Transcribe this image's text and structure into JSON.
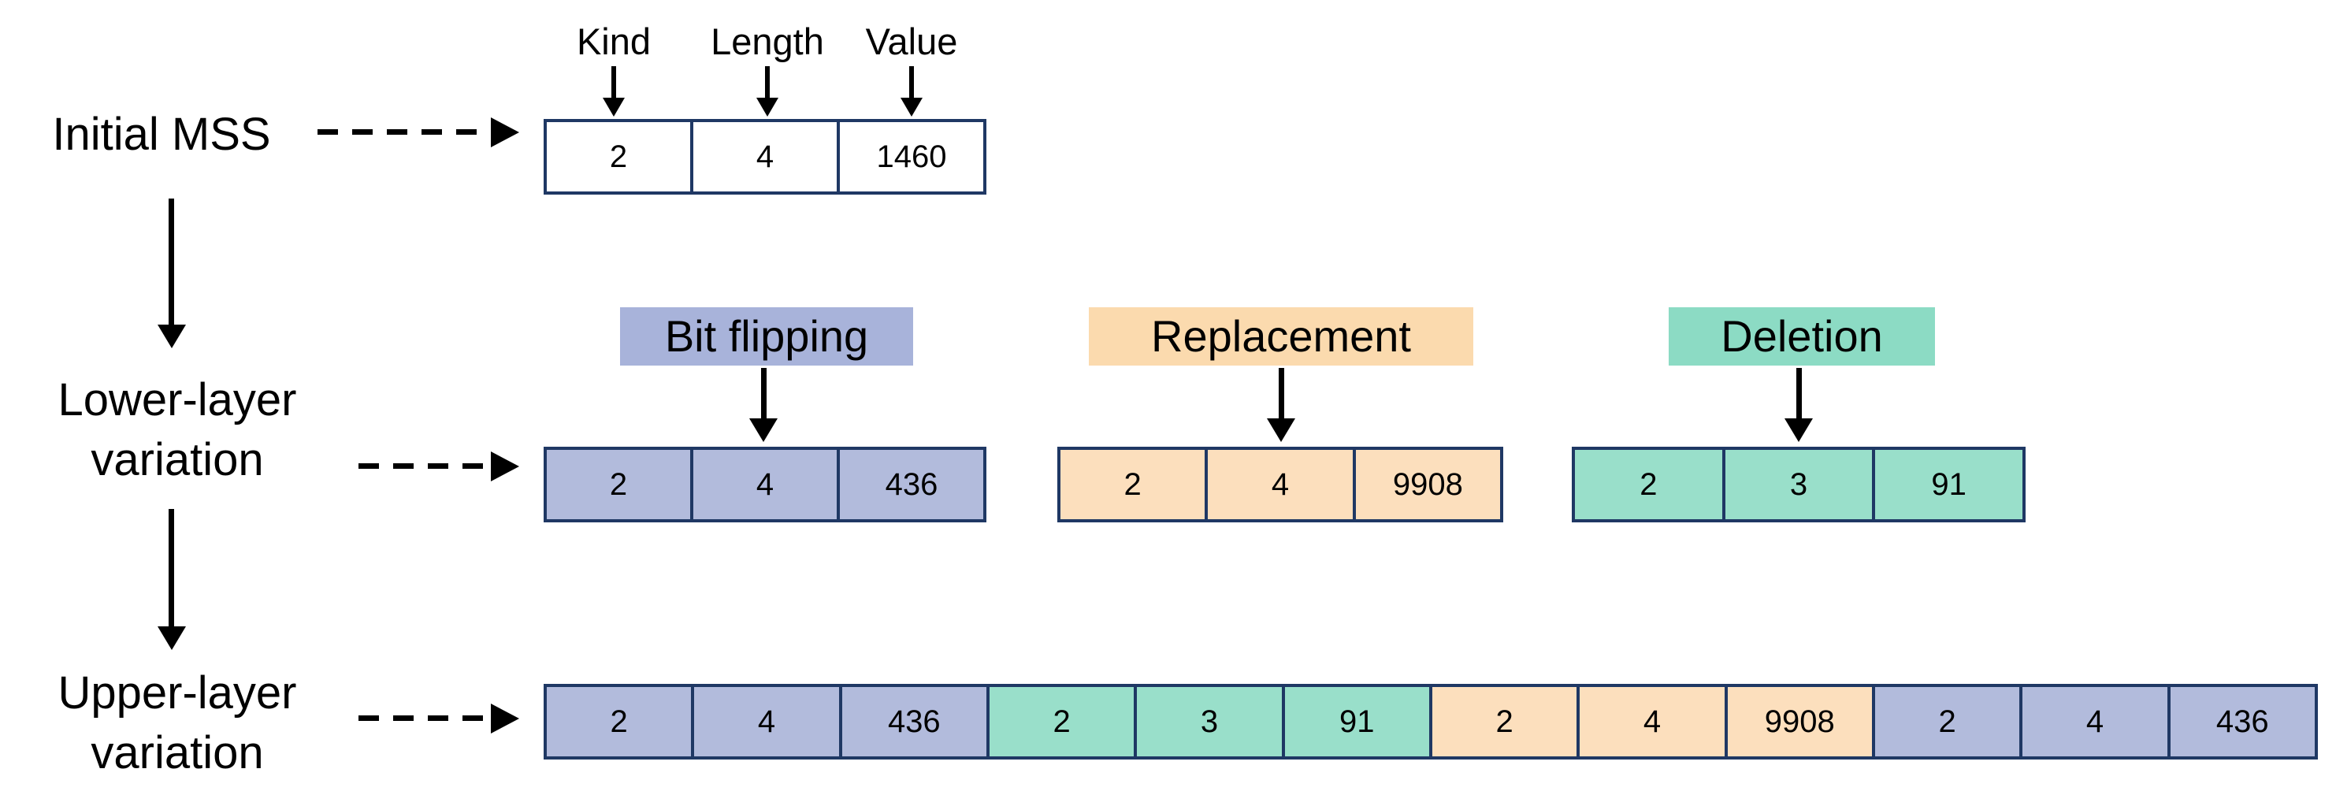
{
  "left_labels": {
    "initial": "Initial MSS",
    "lower": "Lower-layer\nvariation",
    "upper": "Upper-layer\nvariation"
  },
  "field_labels": [
    "Kind",
    "Length",
    "Value"
  ],
  "initial_box": {
    "cells": [
      "2",
      "4",
      "1460"
    ]
  },
  "variations": [
    {
      "label": "Bit flipping",
      "cells": [
        "2",
        "4",
        "436"
      ]
    },
    {
      "label": "Replacement",
      "cells": [
        "2",
        "4",
        "9908"
      ]
    },
    {
      "label": "Deletion",
      "cells": [
        "2",
        "3",
        "91"
      ]
    }
  ],
  "upper_box": {
    "cells": [
      "2",
      "4",
      "436",
      "2",
      "3",
      "91",
      "2",
      "4",
      "9908",
      "2",
      "4",
      "436"
    ]
  },
  "colors": {
    "navy": "#1F3864",
    "bitflip_badge": "#A8B3DA",
    "bitflip_fill": "#B2BBDC",
    "replacement_badge": "#FBDAAE",
    "replacement_fill": "#FCDFBD",
    "deletion_badge": "#8CDBC4",
    "deletion_fill": "#99DFCA"
  }
}
